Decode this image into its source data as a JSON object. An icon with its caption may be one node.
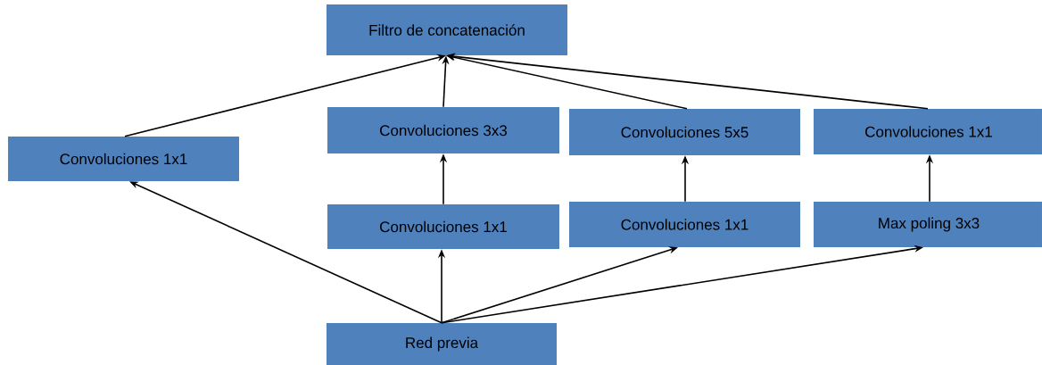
{
  "diagram": {
    "nodes": [
      {
        "text": [
          "Filtro de concatenación"
        ]
      },
      {
        "text": [
          "Convoluciones 1x1"
        ]
      },
      {
        "text": [
          "Convoluciones 3x3"
        ]
      },
      {
        "text": [
          "Convoluciones 5x5"
        ]
      },
      {
        "text": [
          "Convoluciones 1x1"
        ]
      },
      {
        "text": [
          "Convoluciones 1x1"
        ]
      },
      {
        "text": [
          "Convoluciones 1x1"
        ]
      },
      {
        "text": [
          "Max poling 3x3"
        ]
      },
      {
        "text": [
          "Red previa"
        ]
      }
    ],
    "edges": [
      {
        "from": 8,
        "to": 1,
        "arrow": "to"
      },
      {
        "from": 8,
        "to": 5,
        "arrow": "to"
      },
      {
        "from": 8,
        "to": 6,
        "arrow": "to"
      },
      {
        "from": 8,
        "to": 7,
        "arrow": "to"
      },
      {
        "from": 5,
        "to": 2,
        "arrow": "to"
      },
      {
        "from": 6,
        "to": 3,
        "arrow": "to"
      },
      {
        "from": 7,
        "to": 4,
        "arrow": "to"
      },
      {
        "from": 1,
        "to": 0,
        "arrow": "to"
      },
      {
        "from": 2,
        "to": 0,
        "arrow": "to"
      },
      {
        "from": 3,
        "to": 0,
        "arrow": "to"
      },
      {
        "from": 4,
        "to": 0,
        "arrow": "to"
      }
    ]
  }
}
